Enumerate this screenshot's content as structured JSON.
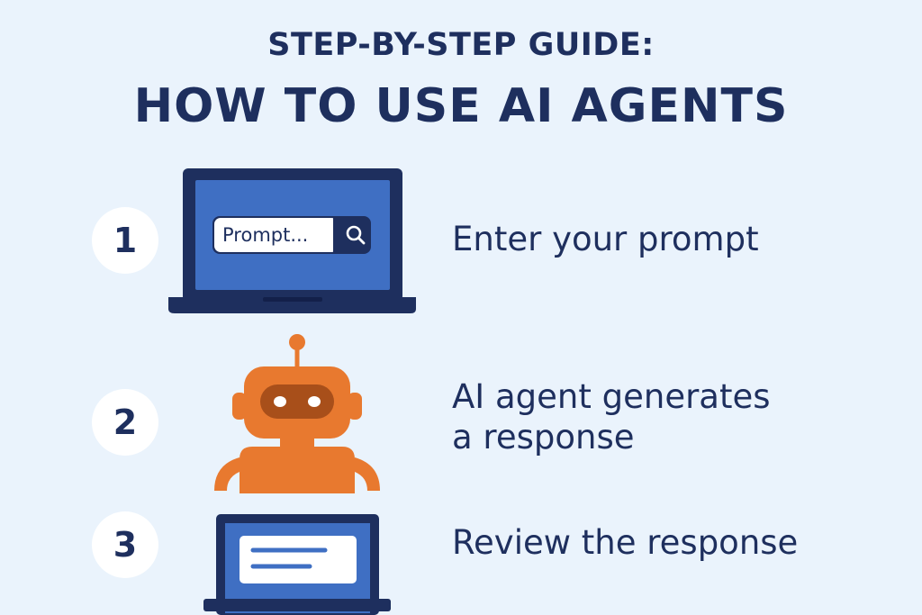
{
  "title": {
    "line1": "STEP-BY-STEP GUIDE:",
    "line2": "HOW TO USE AI AGENTS"
  },
  "steps": [
    {
      "number": "1",
      "text": "Enter your prompt",
      "illustration": "laptop-icon",
      "prompt_placeholder": "Prompt..."
    },
    {
      "number": "2",
      "text_line1": "AI agent generates",
      "text_line2": "a response",
      "illustration": "robot-icon"
    },
    {
      "number": "3",
      "text": "Review the response",
      "illustration": "laptop-response-icon"
    }
  ],
  "colors": {
    "background": "#eaf3fc",
    "navy": "#1e2f5e",
    "screen_blue": "#3f6fc3",
    "robot_orange": "#e8792f",
    "circle": "#ffffff"
  }
}
